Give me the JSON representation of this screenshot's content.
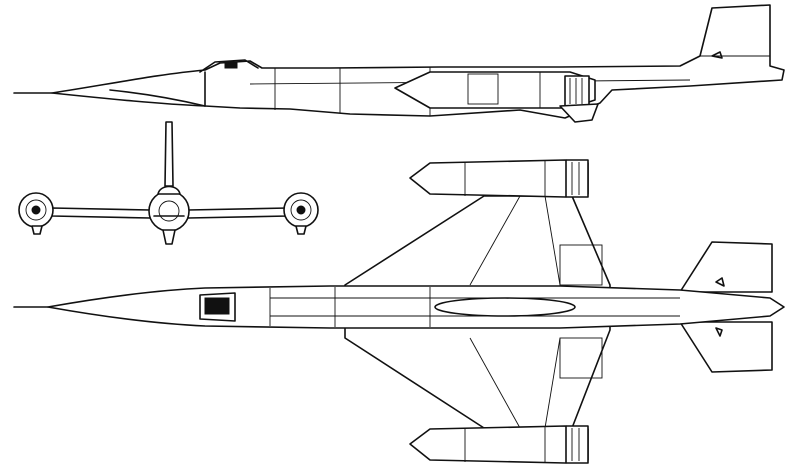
{
  "drawing": {
    "views": [
      "side-view",
      "front-view",
      "top-view"
    ],
    "colors": {
      "ink": "#111111",
      "paper": "#ffffff"
    }
  }
}
